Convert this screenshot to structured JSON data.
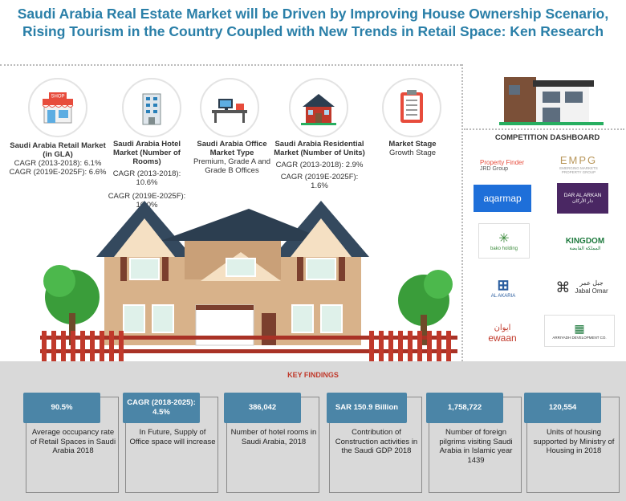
{
  "title": "Saudi Arabia Real Estate Market will be Driven by Improving House Ownership Scenario, Rising Tourism in the Country Coupled with New Trends in Retail Space: Ken Research",
  "stats": [
    {
      "title": "Saudi Arabia Retail Market (in GLA)",
      "l1": "CAGR (2013-2018): 6.1%",
      "l2": "CAGR (2019E-2025F): 6.6%"
    },
    {
      "title": "Saudi Arabia Hotel Market (Number of Rooms)",
      "l1": "CAGR (2013-2018): 10.6%",
      "l2": "CAGR (2019E-2025F): 10.0%"
    },
    {
      "title": "Saudi Arabia Office Market Type",
      "l1": "Premium, Grade A and Grade B Offices",
      "l2": ""
    },
    {
      "title": "Saudi Arabia Residential Market (Number of Units)",
      "l1": "CAGR (2013-2018): 2.9%",
      "l2": "CAGR (2019E-2025F): 1.6%"
    },
    {
      "title": "Market Stage",
      "l1": "Growth Stage",
      "l2": ""
    }
  ],
  "shop_sign": "SHOP",
  "competition_title": "COMPETITION DASHBOARD",
  "logos": {
    "property_finder": "Property Finder",
    "jrd": "JRD Group",
    "empg": "EMPG",
    "empg_sub": "EMERGING MARKETS PROPERTY GROUP",
    "aqarmap": "aqarmap",
    "dar": "DAR AL ARKAN",
    "dar_ar": "دار الأركان",
    "bako": "bako holding",
    "kingdom": "KINGDOM",
    "kingdom_ar": "المملكة القابضة",
    "alakaria": "AL AKARIA",
    "jabal_ar": "جبل عمر",
    "jabal": "Jabal Omar",
    "ewaan": "ewaan",
    "ewaan_ar": "ايوان",
    "arriyadh": "ARRIYADH DEVELOPMENT CO."
  },
  "key_findings_title": "KEY FINDINGS",
  "findings": [
    {
      "value": "90.5%",
      "text": "Average occupancy rate of Retail Spaces in Saudi Arabia 2018"
    },
    {
      "value": "CAGR (2018-2025): 4.5%",
      "text": "In Future, Supply of Office space will increase"
    },
    {
      "value": "386,042",
      "text": "Number of hotel rooms in Saudi Arabia, 2018"
    },
    {
      "value": "SAR  150.9 Billion",
      "text": "Contribution of Construction activities in the Saudi GDP 2018"
    },
    {
      "value": "1,758,722",
      "text": "Number of foreign pilgrims visiting Saudi Arabia in Islamic year 1439"
    },
    {
      "value": "120,554",
      "text": "Units of housing supported by Ministry of Housing in 2018"
    }
  ],
  "colors": {
    "title": "#2a7fa8",
    "header_box": "#4b85a7",
    "kf": "#c0392b",
    "panel": "#d9d9d9"
  }
}
